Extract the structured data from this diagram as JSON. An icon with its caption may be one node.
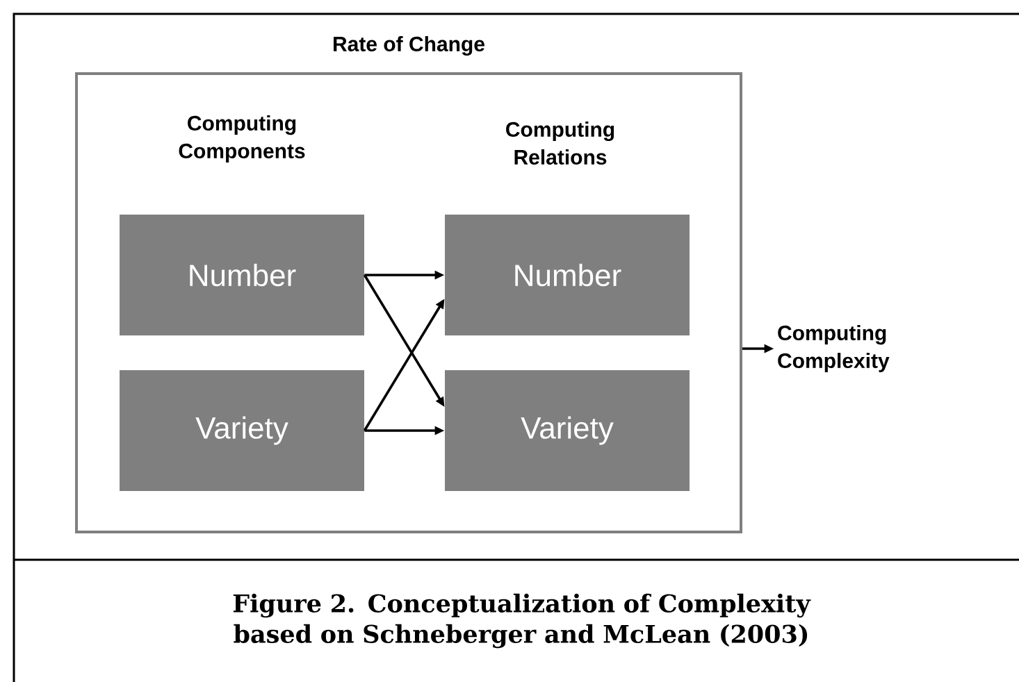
{
  "diagram": {
    "caption": "Figure 2.  Conceptualization of Complexity based on Schneberger and McLean (2003)",
    "nodes": [
      {
        "text": [
          "Rate of Change"
        ]
      },
      {
        "text": [
          "Number"
        ],
        "in": 0
      },
      {
        "text": [
          "Variety"
        ],
        "in": 0
      },
      {
        "text": [
          "Number"
        ],
        "in": 0
      },
      {
        "text": [
          "Variety"
        ],
        "in": 0
      },
      {
        "text": [
          "Computing Complexity"
        ]
      }
    ],
    "edges": [
      {
        "from": 1,
        "to": 3,
        "arrow": "to"
      },
      {
        "from": 1,
        "to": 4,
        "arrow": "to"
      },
      {
        "from": 2,
        "to": 3,
        "arrow": "to"
      },
      {
        "from": 2,
        "to": 4,
        "arrow": "to"
      },
      {
        "from": 0,
        "to": 5,
        "arrow": "to"
      }
    ],
    "labels": [
      "Computing Components",
      "Computing Relations"
    ]
  }
}
